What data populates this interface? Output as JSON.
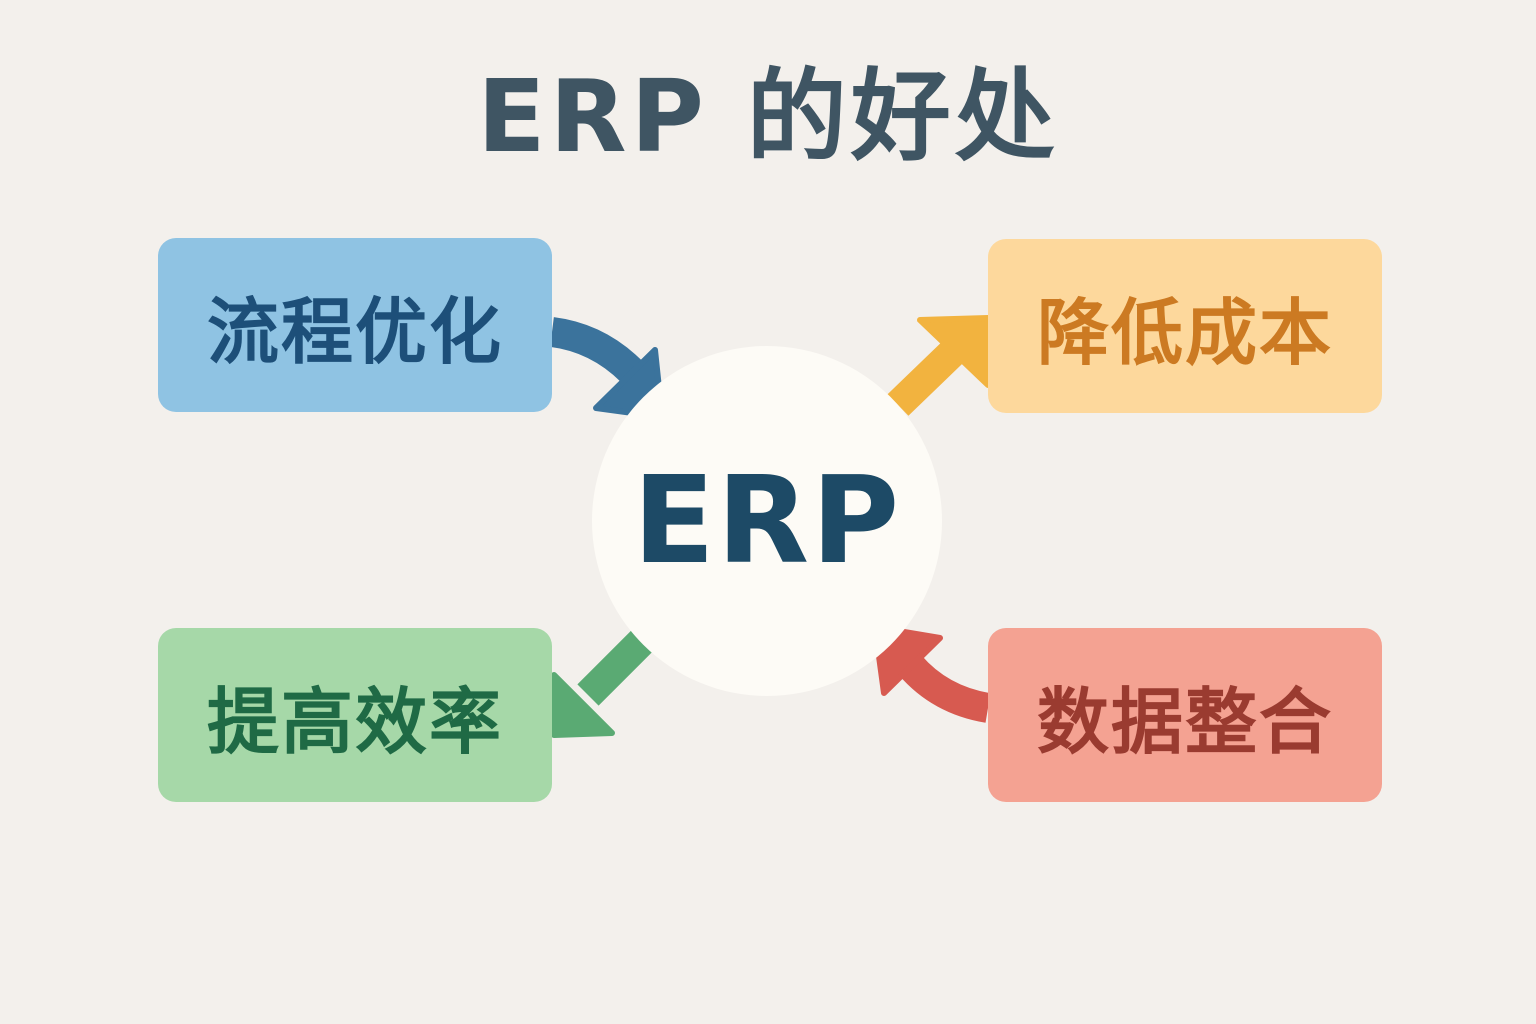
{
  "title": "ERP 的好处",
  "hub": {
    "label": "ERP"
  },
  "benefits": [
    {
      "id": "process-optimization",
      "label": "流程优化",
      "position": "top-left",
      "arrow_direction": "into-hub",
      "fill": "#8fc3e3",
      "text_color": "#1d4f79",
      "arrow_color": "#3b739c"
    },
    {
      "id": "reduce-cost",
      "label": "降低成本",
      "position": "top-right",
      "arrow_direction": "out-of-hub",
      "fill": "#fdd89c",
      "text_color": "#cc7a22",
      "arrow_color": "#f2b33f"
    },
    {
      "id": "improve-efficiency",
      "label": "提高效率",
      "position": "bottom-left",
      "arrow_direction": "out-of-hub",
      "fill": "#a6d8a8",
      "text_color": "#1f6a45",
      "arrow_color": "#5aaa73"
    },
    {
      "id": "data-integration",
      "label": "数据整合",
      "position": "bottom-right",
      "arrow_direction": "into-hub",
      "fill": "#f4a292",
      "text_color": "#9a3b30",
      "arrow_color": "#d75a50"
    }
  ]
}
